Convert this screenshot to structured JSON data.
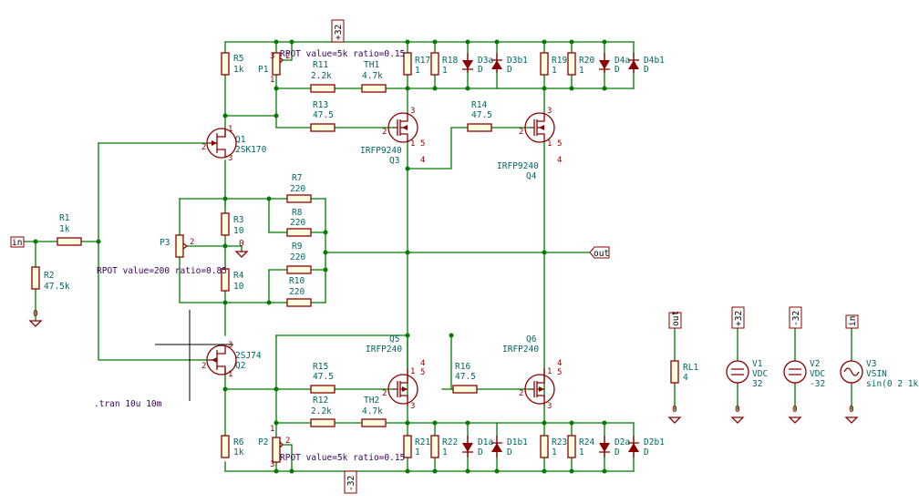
{
  "schematic": {
    "components": {
      "R5": {
        "ref": "R5",
        "value": "1k"
      },
      "P1": {
        "ref": "P1",
        "param": "RPOT value=5k ratio=0.15"
      },
      "R11": {
        "ref": "R11",
        "value": "2.2k"
      },
      "TH1": {
        "ref": "TH1",
        "value": "4.7k"
      },
      "R13": {
        "ref": "R13",
        "value": "47.5"
      },
      "R17": {
        "ref": "R17",
        "value": "1"
      },
      "R18": {
        "ref": "R18",
        "value": "1"
      },
      "D3a": {
        "ref": "D3a",
        "value": "D"
      },
      "D3b1": {
        "ref": "D3b1",
        "value": "D"
      },
      "R19": {
        "ref": "R19",
        "value": "1"
      },
      "R20": {
        "ref": "R20",
        "value": "1"
      },
      "D4a": {
        "ref": "D4a",
        "value": "D"
      },
      "D4b1": {
        "ref": "D4b1",
        "value": "D"
      },
      "R14": {
        "ref": "R14",
        "value": "47.5"
      },
      "Q1": {
        "ref": "Q1",
        "value": "2SK170"
      },
      "Q3": {
        "ref": "Q3",
        "value": "IRFP9240"
      },
      "Q4": {
        "ref": "Q4",
        "value": "IRFP9240"
      },
      "R7": {
        "ref": "R7",
        "value": "220"
      },
      "R8": {
        "ref": "R8",
        "value": "220"
      },
      "R9": {
        "ref": "R9",
        "value": "220"
      },
      "R10": {
        "ref": "R10",
        "value": "220"
      },
      "R3": {
        "ref": "R3",
        "value": "10"
      },
      "R4": {
        "ref": "R4",
        "value": "10"
      },
      "P3": {
        "ref": "P3",
        "param": "RPOT value=200 ratio=0.85"
      },
      "R1": {
        "ref": "R1",
        "value": "1k"
      },
      "R2": {
        "ref": "R2",
        "value": "47.5k"
      },
      "Q2": {
        "ref": "Q2",
        "value": "2SJ74"
      },
      "Q5": {
        "ref": "Q5",
        "value": "IRFP240"
      },
      "Q6": {
        "ref": "Q6",
        "value": "IRFP240"
      },
      "R15": {
        "ref": "R15",
        "value": "47.5"
      },
      "R16": {
        "ref": "R16",
        "value": "47.5"
      },
      "R12": {
        "ref": "R12",
        "value": "2.2k"
      },
      "TH2": {
        "ref": "TH2",
        "value": "4.7k"
      },
      "R6": {
        "ref": "R6",
        "value": "1k"
      },
      "P2": {
        "ref": "P2",
        "param": "RPOT value=5k ratio=0.15"
      },
      "R21": {
        "ref": "R21",
        "value": "1"
      },
      "R22": {
        "ref": "R22",
        "value": "1"
      },
      "D1a": {
        "ref": "D1a",
        "value": "D"
      },
      "D1b1": {
        "ref": "D1b1",
        "value": "D"
      },
      "R23": {
        "ref": "R23",
        "value": "1"
      },
      "R24": {
        "ref": "R24",
        "value": "1"
      },
      "D2a": {
        "ref": "D2a",
        "value": "D"
      },
      "D2b1": {
        "ref": "D2b1",
        "value": "D"
      },
      "RL1": {
        "ref": "RL1",
        "value": "4"
      },
      "V1": {
        "ref": "V1",
        "type": "VDC",
        "value": "32"
      },
      "V2": {
        "ref": "V2",
        "type": "VDC",
        "value": "-32"
      },
      "V3": {
        "ref": "V3",
        "type": "VSIN",
        "value": "sin(0 2 1k)"
      }
    },
    "labels": {
      "in": "in",
      "out": "out",
      "pos_rail": "+32",
      "neg_rail": "-32",
      "gnd": "0"
    },
    "pin_numbers": {
      "one": "1",
      "two": "2",
      "three": "3",
      "four": "4",
      "five": "5"
    },
    "directive": ".tran 10u 10m"
  }
}
